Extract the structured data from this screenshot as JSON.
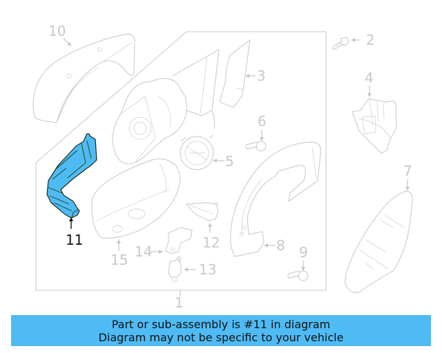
{
  "diagram": {
    "title": "Exploded parts diagram - side mirror assembly",
    "highlighted_part": "11",
    "highlight_color": "#4fbbf5",
    "line_color": "#cfcfcf",
    "callouts": [
      {
        "id": "1",
        "label": "1"
      },
      {
        "id": "2",
        "label": "2"
      },
      {
        "id": "3",
        "label": "3"
      },
      {
        "id": "4",
        "label": "4"
      },
      {
        "id": "5",
        "label": "5"
      },
      {
        "id": "6",
        "label": "6"
      },
      {
        "id": "7",
        "label": "7"
      },
      {
        "id": "8",
        "label": "8"
      },
      {
        "id": "9",
        "label": "9"
      },
      {
        "id": "10",
        "label": "10"
      },
      {
        "id": "11",
        "label": "11"
      },
      {
        "id": "12",
        "label": "12"
      },
      {
        "id": "13",
        "label": "13"
      },
      {
        "id": "14",
        "label": "14"
      },
      {
        "id": "15",
        "label": "15"
      }
    ]
  },
  "banner": {
    "line1": "Part or sub-assembly is #11 in diagram",
    "line2": "Diagram may not be specific to your vehicle",
    "background": "#4fbbf5"
  }
}
